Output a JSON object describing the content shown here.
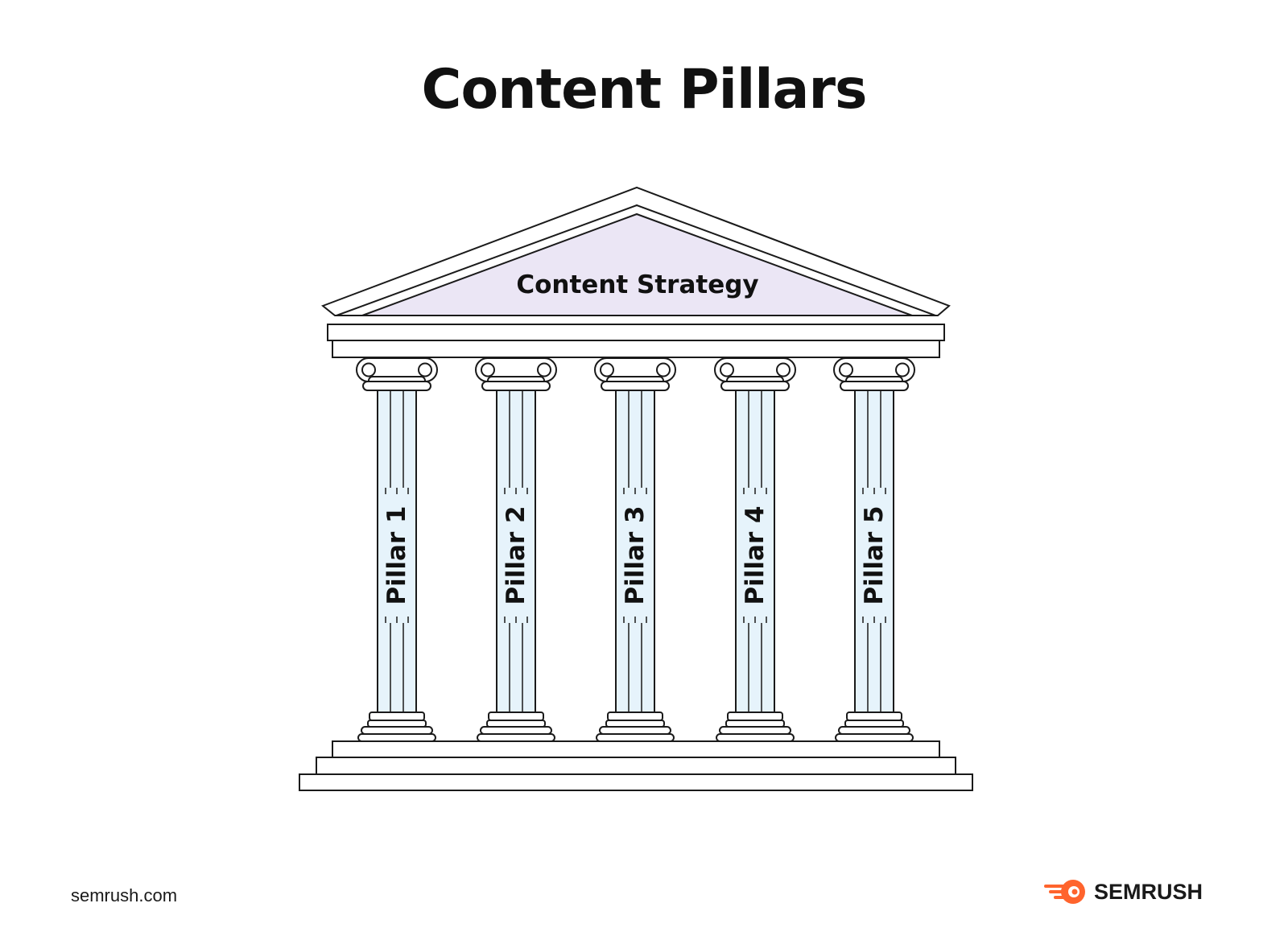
{
  "title": "Content Pillars",
  "roof_label": "Content Strategy",
  "pillars": [
    {
      "label": "Pillar 1"
    },
    {
      "label": "Pillar 2"
    },
    {
      "label": "Pillar 3"
    },
    {
      "label": "Pillar 4"
    },
    {
      "label": "Pillar 5"
    }
  ],
  "footer": {
    "url": "semrush.com",
    "brand": "SEMRUSH",
    "brand_icon": "semrush-fireball-logo"
  },
  "colors": {
    "outline": "#1a1a1a",
    "roof_fill": "#ebe6f5",
    "column_fill": "#e6f3fb",
    "brand_orange": "#ff642d",
    "background": "#ffffff"
  }
}
